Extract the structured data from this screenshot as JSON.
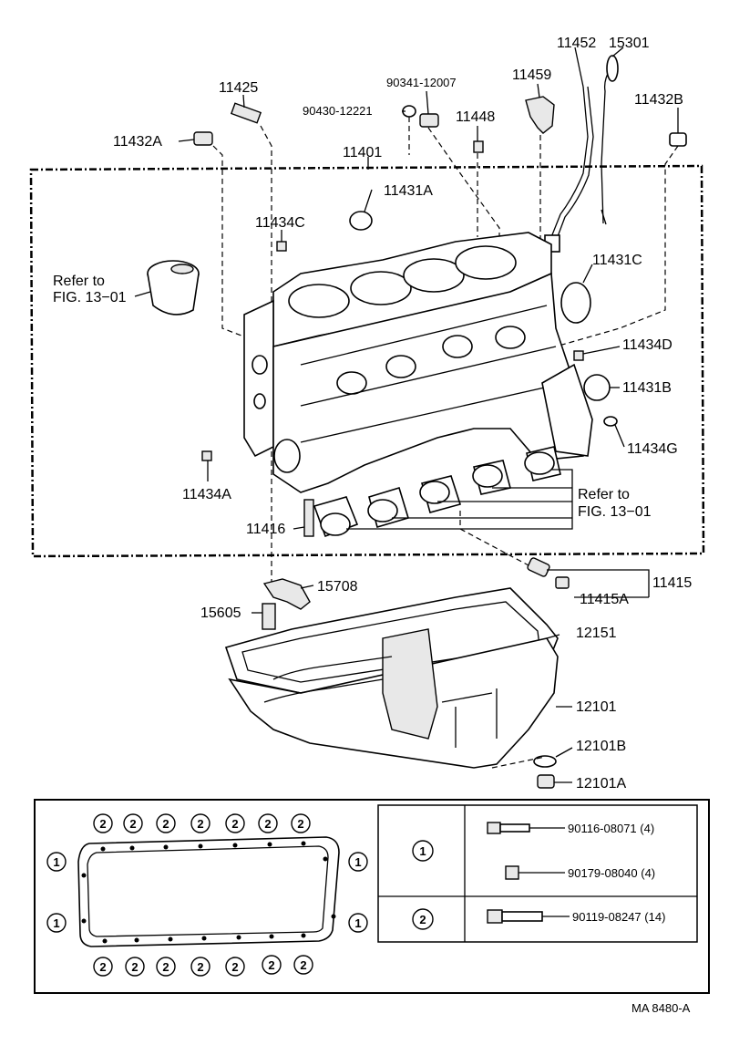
{
  "labels": {
    "p11452": "11452",
    "p15301": "15301",
    "p11459": "11459",
    "p11432b": "11432B",
    "p11425": "11425",
    "p90341": "90341-12007",
    "p90430": "90430-12221",
    "p11448": "11448",
    "p11432a": "11432A",
    "p11401": "11401",
    "p11431a": "11431A",
    "p11434c": "11434C",
    "p11431c": "11431C",
    "p11434d": "11434D",
    "p11431b": "11431B",
    "p11434g": "11434G",
    "p11434a": "11434A",
    "p11416": "11416",
    "p15708": "15708",
    "p15605": "15605",
    "p11415": "11415",
    "p11415a": "11415A",
    "p12151": "12151",
    "p12101": "12101",
    "p12101b": "12101B",
    "p12101a": "12101A"
  },
  "refs": {
    "piston_line1": "Refer to",
    "piston_line2": "FIG. 13−01",
    "bearing_line1": "Refer to",
    "bearing_line2": "FIG. 13−01"
  },
  "legend": {
    "marker1": "1",
    "marker2": "2",
    "bolt1": "90116-08071 (4)",
    "bolt2": "90179-08040 (4)",
    "bolt3": "90119-08247 (14)"
  },
  "footer": {
    "code": "MA  8480-A"
  }
}
